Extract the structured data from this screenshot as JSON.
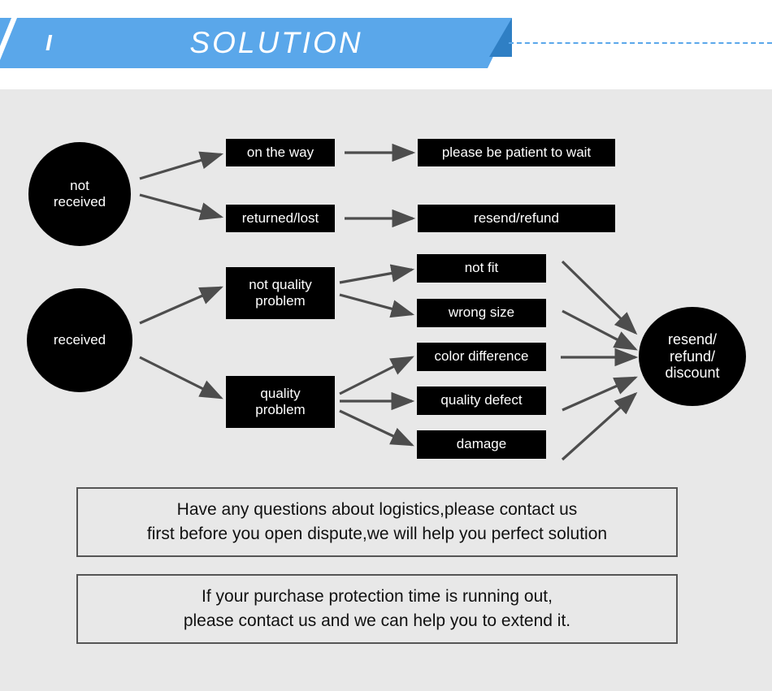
{
  "header": {
    "index_label": "I",
    "title": "SOLUTION",
    "banner_color": "#5aa7ea",
    "banner_fold_color": "#2f7fc4",
    "dash_color": "#5aa7ea"
  },
  "colors": {
    "content_background": "#e8e8e8",
    "node_fill": "#000000",
    "node_text": "#ffffff",
    "arrow": "#4d4d4d",
    "notice_border": "#555555",
    "notice_text": "#111111"
  },
  "flow": {
    "circles": [
      {
        "id": "not-received",
        "label": "not\nreceived",
        "line1": "not",
        "line2": "received"
      },
      {
        "id": "received",
        "label": "received",
        "line1": "received",
        "line2": ""
      },
      {
        "id": "resolution",
        "label": "resend/\nrefund/\ndiscount",
        "line1": "resend/",
        "line2": "refund/",
        "line3": "discount"
      }
    ],
    "level1": [
      {
        "id": "on-the-way",
        "label": "on the way"
      },
      {
        "id": "returned-lost",
        "label": "returned/lost"
      },
      {
        "id": "not-quality",
        "line1": "not quality",
        "line2": "problem"
      },
      {
        "id": "quality-problem",
        "line1": "quality",
        "line2": "problem"
      }
    ],
    "level2": [
      {
        "id": "please-wait",
        "label": "please be patient to wait"
      },
      {
        "id": "resend-refund",
        "label": "resend/refund"
      },
      {
        "id": "not-fit",
        "label": "not fit"
      },
      {
        "id": "wrong-size",
        "label": "wrong size"
      },
      {
        "id": "color-difference",
        "label": "color difference"
      },
      {
        "id": "quality-defect",
        "label": "quality defect"
      },
      {
        "id": "damage",
        "label": "damage"
      }
    ]
  },
  "notices": [
    {
      "id": "logistics",
      "line1": "Have any questions about logistics,please contact us",
      "line2": "first before you open dispute,we will help you perfect solution"
    },
    {
      "id": "protection",
      "line1": "If your purchase protection time is running out,",
      "line2": "please contact us and we can help you to extend it."
    }
  ]
}
